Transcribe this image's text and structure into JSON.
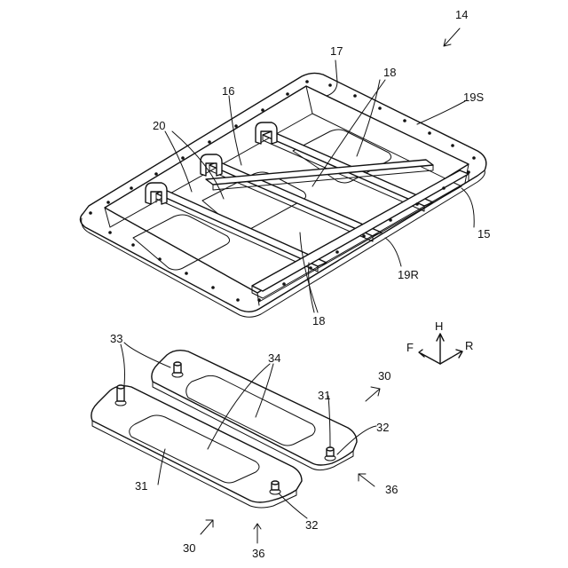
{
  "figure": {
    "labels": {
      "assembly": "14",
      "rim_flange": "17",
      "rib_top": "18",
      "side_wall": "19S",
      "cross_member": "16",
      "rail": "20",
      "tray_body": "15",
      "rear_wall": "19R",
      "rib_bottom": "18",
      "pins_left": "33",
      "strips": "34",
      "plate_right": "30",
      "plate_right_body": "31",
      "pin_right": "32",
      "arrow_right": "36",
      "plate_left_body": "31",
      "pin_left": "32",
      "plate_left": "30",
      "arrow_left": "36"
    },
    "axes": {
      "front": "F",
      "height": "H",
      "rear": "R"
    }
  }
}
